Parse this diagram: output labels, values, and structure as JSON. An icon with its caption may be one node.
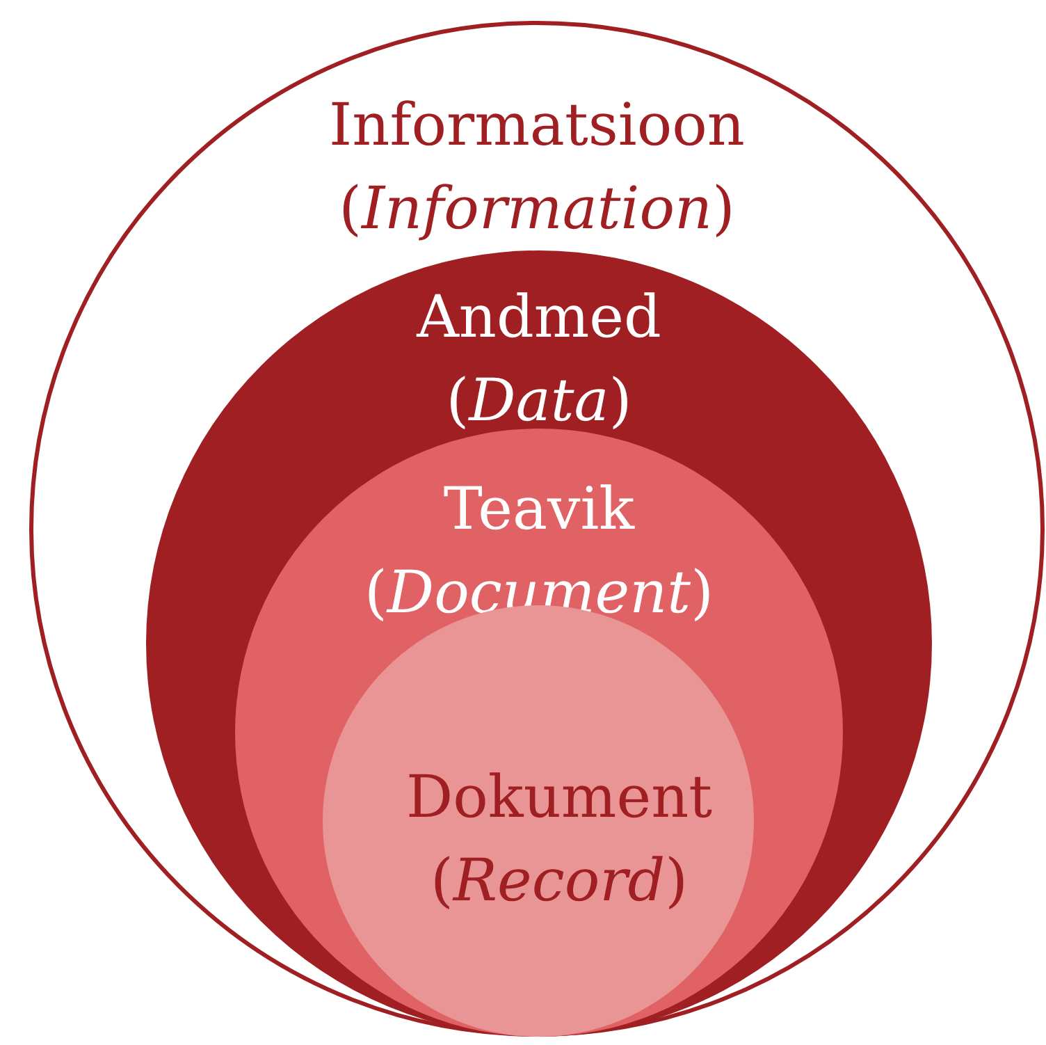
{
  "diagram": {
    "nodes": [
      {
        "text": [
          "Informatsioon (*Information*)"
        ]
      },
      {
        "text": [
          "Andmed (*Data*)"
        ],
        "in": 0
      },
      {
        "text": [
          "Teavik (*Document*)"
        ],
        "in": 1
      },
      {
        "text": [
          "Dokument (*Record*)"
        ],
        "in": 2
      }
    ]
  }
}
